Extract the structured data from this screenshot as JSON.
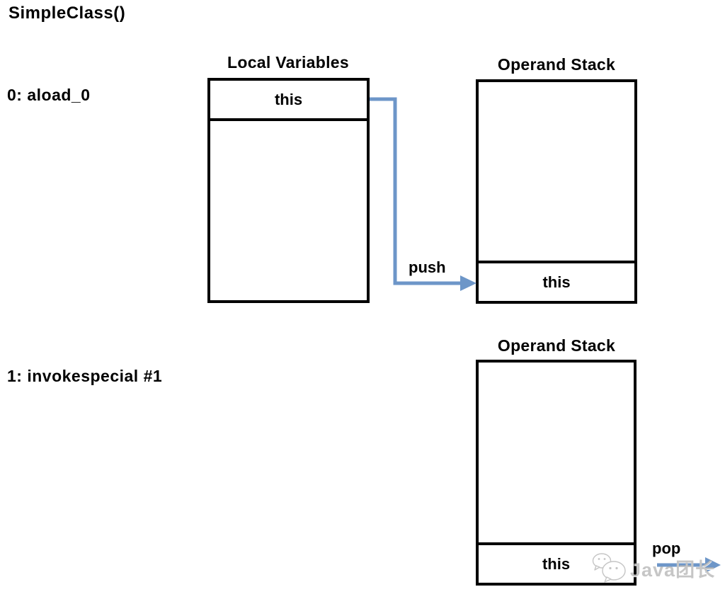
{
  "page": {
    "title": "SimpleClass()"
  },
  "instructions": [
    {
      "label": "0: aload_0"
    },
    {
      "label": "1: invokespecial #1"
    }
  ],
  "step0": {
    "local_variables": {
      "title": "Local Variables",
      "top_cell": "this"
    },
    "operand_stack": {
      "title": "Operand Stack",
      "bottom_cell": "this"
    },
    "push_label": "push"
  },
  "step1": {
    "operand_stack": {
      "title": "Operand Stack",
      "bottom_cell": "this"
    },
    "pop_label": "pop"
  },
  "watermark": {
    "text": "Java团长",
    "icon": "wechat-chat-bubbles"
  },
  "colors": {
    "arrow": "#6d96c8",
    "border": "#000000",
    "text": "#000000",
    "watermark": "#a8a8a8",
    "background": "#ffffff"
  }
}
